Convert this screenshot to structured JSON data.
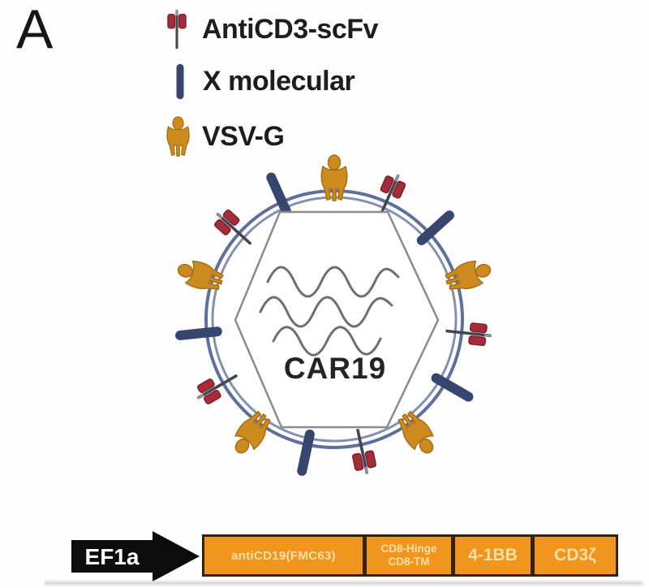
{
  "panel_label": "A",
  "legend": {
    "items": [
      {
        "name": "anticd3-scfv",
        "label": "AntiCD3-scFv"
      },
      {
        "name": "x-molecular",
        "label": "X molecular"
      },
      {
        "name": "vsv-g",
        "label": "VSV-G"
      }
    ]
  },
  "virus": {
    "core_label": "CAR19",
    "spike_pattern": "repeating VSV-G, AntiCD3-scFv, X-molecular spikes (5 of each) around envelope"
  },
  "construct": {
    "promoter_label": "EF1a",
    "segments": [
      {
        "label": "antiCD19(FMC63)"
      },
      {
        "line1": "CD8-Hinge",
        "line2": "CD8-TM"
      },
      {
        "label": "4-1BB"
      },
      {
        "label": "CD3ζ"
      }
    ]
  },
  "colors": {
    "vsvg_orange": "#cd8a1f",
    "scfv_red": "#a72c3a",
    "x_molecular_navy": "#37466f",
    "envelope_blue": "#5e6f9d",
    "hexagon_gray": "#8b8b8b",
    "gene_box_orange": "#f0951e",
    "gene_box_border": "#32230a",
    "gene_text_cream": "#f9e0a6",
    "promoter_black": "#0c0c0c"
  }
}
